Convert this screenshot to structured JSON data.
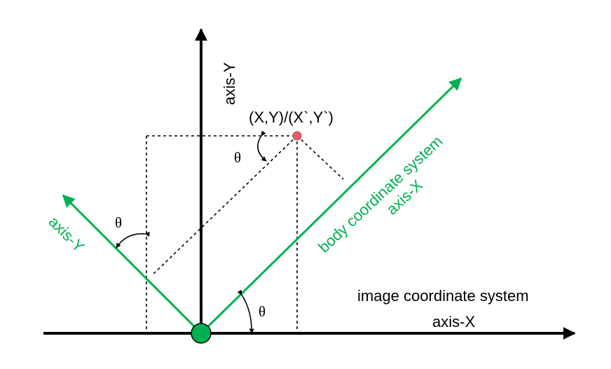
{
  "labels": {
    "image_axis_y": "axis-Y",
    "image_system": "image coordinate system",
    "image_axis_x": "axis-X",
    "point": "(X,Y)/(X`,Y`)",
    "body_system": "body coordinate system",
    "body_axis_x": "axis-X",
    "body_axis_y": "axis-Y",
    "theta": "θ"
  },
  "colors": {
    "image_axes": "#000000",
    "body_axes": "#00b050",
    "origin": "#00b050",
    "point": "#e06070"
  }
}
